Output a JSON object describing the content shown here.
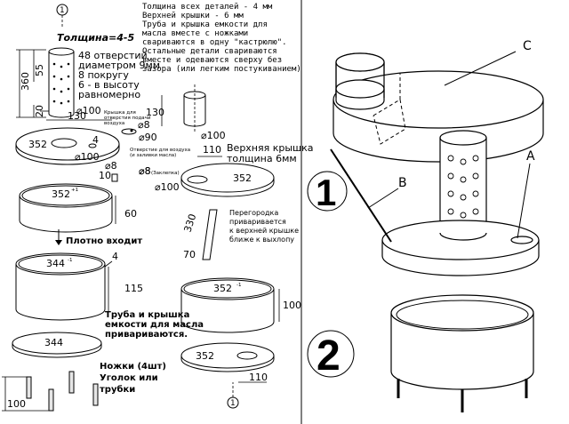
{
  "notes": {
    "top_lines": [
      "Толщина всех деталей - 4 мм",
      "Верхней крышки - 6 мм",
      "Труба и крышка емкости для",
      "масла вместе с ножками",
      "свариваются в одну \"кастрюлю\".",
      "Остальные детали свариваются",
      "вместе и одеваются сверху без",
      "зазора (или легким постукиванием)"
    ],
    "thickness": "Толщина=4-5",
    "holes_lines": [
      "48 отверстий",
      "диаметром 9мм",
      "8 покругу",
      "6 - в высоту",
      "равномерно"
    ],
    "cap_note": [
      "Крышка для",
      "отверстия подачи",
      "воздуха"
    ],
    "hole_note": [
      "Отверстие для воздуха",
      "(и заливки масла)"
    ],
    "rivet": "(Заклепка)",
    "top_lid": [
      "Верхняя крышка",
      "толщина 6мм"
    ],
    "partition": [
      "Перегородка",
      "приваривается",
      "к верхней крышке",
      "ближе к выхлопу"
    ],
    "fits_tight": "Плотно входит",
    "weld_note": [
      "Труба и крышка",
      "емкости для масла",
      "привариваются."
    ],
    "legs": [
      "Ножки (4шт)",
      "Уголок или",
      "трубки"
    ]
  },
  "dims": {
    "d360": "360",
    "d55": "55",
    "d20": "20",
    "d100a": "⌀100",
    "d130a": "130",
    "d352a": "352",
    "d4": "4",
    "d100b": "⌀100",
    "d8a": "⌀8",
    "d8b": "⌀8",
    "d10": "10",
    "d352b": "352",
    "d60": "60",
    "d344a": "344",
    "d4b": "4",
    "d115": "115",
    "d344b": "344",
    "d100legs": "100",
    "d130b": "130",
    "d8c": "⌀8",
    "d90": "⌀90",
    "d100c": "⌀100",
    "d8d": "⌀8",
    "d110a": "110",
    "d352c": "352",
    "d100d": "⌀100",
    "d330": "330",
    "d70": "70",
    "d352d": "352",
    "d100e": "100",
    "d352e": "352",
    "d110b": "110",
    "plus1": "+1",
    "minus1": "-1",
    "minus1b": "-1",
    "circle1": "1"
  },
  "iso": {
    "label_a": "A",
    "label_b": "B",
    "label_c": "C",
    "num1": "1",
    "num2": "2"
  }
}
